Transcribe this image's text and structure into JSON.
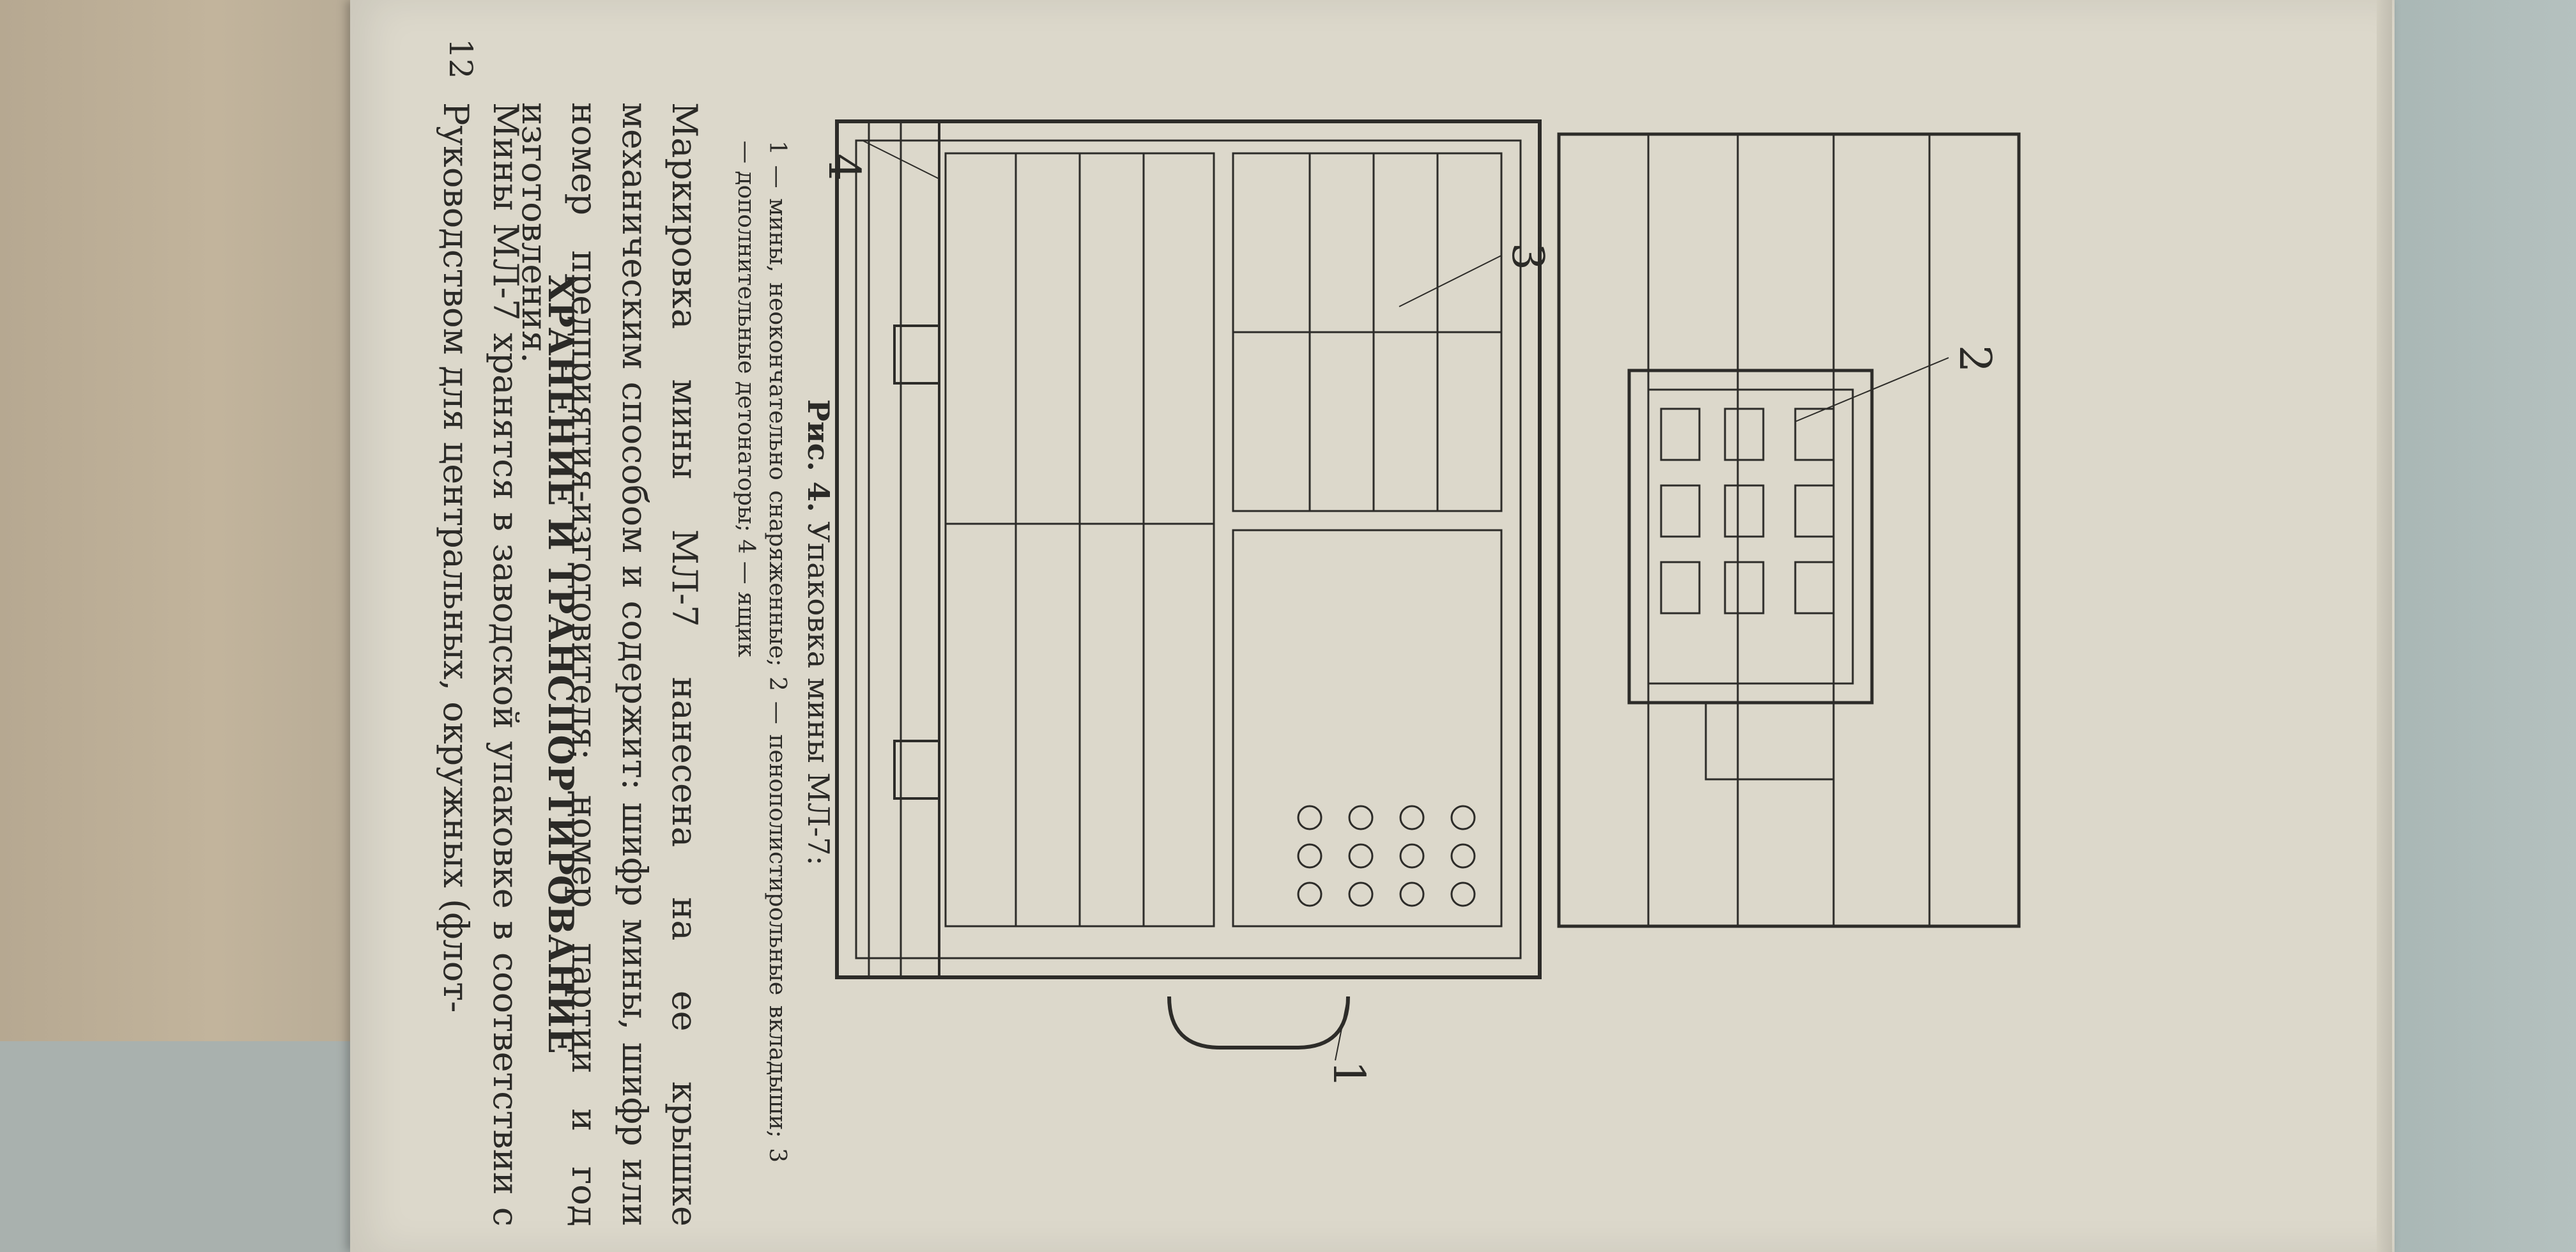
{
  "figure": {
    "callouts": [
      "1",
      "2",
      "3",
      "4"
    ],
    "caption_prefix": "Рис. 4.",
    "caption_text": "Упаковка мины МЛ-7:",
    "legend": "1 — мины, неокончательно снаряженные; 2 — пенополистирольные вкладыши; 3 — дополнительные детонаторы; 4 — ящик"
  },
  "paragraph_1": "Маркировка мины МЛ-7 нанесена на ее крышке механическим способом и содержит: шифр мины, шифр или номер предприятия-изготовителя; номер партии и год изготовления.",
  "section_title": "ХРАНЕНИЕ И ТРАНСПОРТИРОВАНИЕ",
  "paragraph_2": "Мины МЛ-7 хранятся в заводской упаковке в соответствии с Руководством для центральных, окружных (флот-",
  "page_number": "12"
}
